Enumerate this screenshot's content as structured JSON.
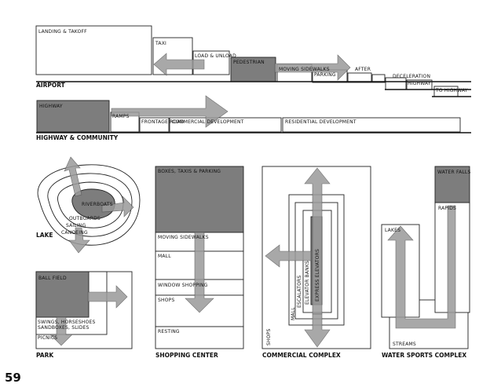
{
  "page_number": "59",
  "airport": {
    "caption": "AIRPORT",
    "zones": [
      "LANDING & TAKOFF",
      "TAXI",
      "LOAD & UNLOAD",
      "PEDESTRIAN",
      "MOVING SIDEWALKS",
      "PARKING",
      "AFTER",
      "DECELERATION",
      "HIGHWAY",
      "TO HIGHWAY"
    ]
  },
  "highway": {
    "caption": "HIGHWAY & COMMUNITY",
    "zones": [
      "HIGHWAY",
      "RAMPS",
      "FRONTAGE ROAD",
      "COMMERCIAL DEVELOPMENT",
      "RESIDENTIAL DEVELOPMENT"
    ]
  },
  "lake": {
    "caption": "LAKE",
    "labels": [
      "RIVERBOATS",
      "OUTBOARDS",
      "SAILING",
      "CANOEING"
    ]
  },
  "park": {
    "caption": "PARK",
    "labels": [
      "BALL FIELD",
      "SWINGS, HORSESHOES",
      "SANDBOXES, SLIDES",
      "PICNICS"
    ]
  },
  "shopping": {
    "caption": "SHOPPING CENTER",
    "labels": [
      "BOXES, TAXIS & PARKING",
      "MOVING SIDEWALKS",
      "MALL",
      "WINDOW SHOPPING",
      "SHOPS",
      "RESTING"
    ]
  },
  "commercial": {
    "caption": "COMMERCIAL COMPLEX",
    "labels": [
      "MALL",
      "ESCALATORS",
      "ELEVATOR BANKS",
      "EXPRESS ELEVATORS",
      "SHOPS"
    ]
  },
  "watersports": {
    "caption": "WATER SPORTS COMPLEX",
    "labels": [
      "WATER FALLS",
      "RAPIDS",
      "LAKES",
      "STREAMS"
    ]
  }
}
